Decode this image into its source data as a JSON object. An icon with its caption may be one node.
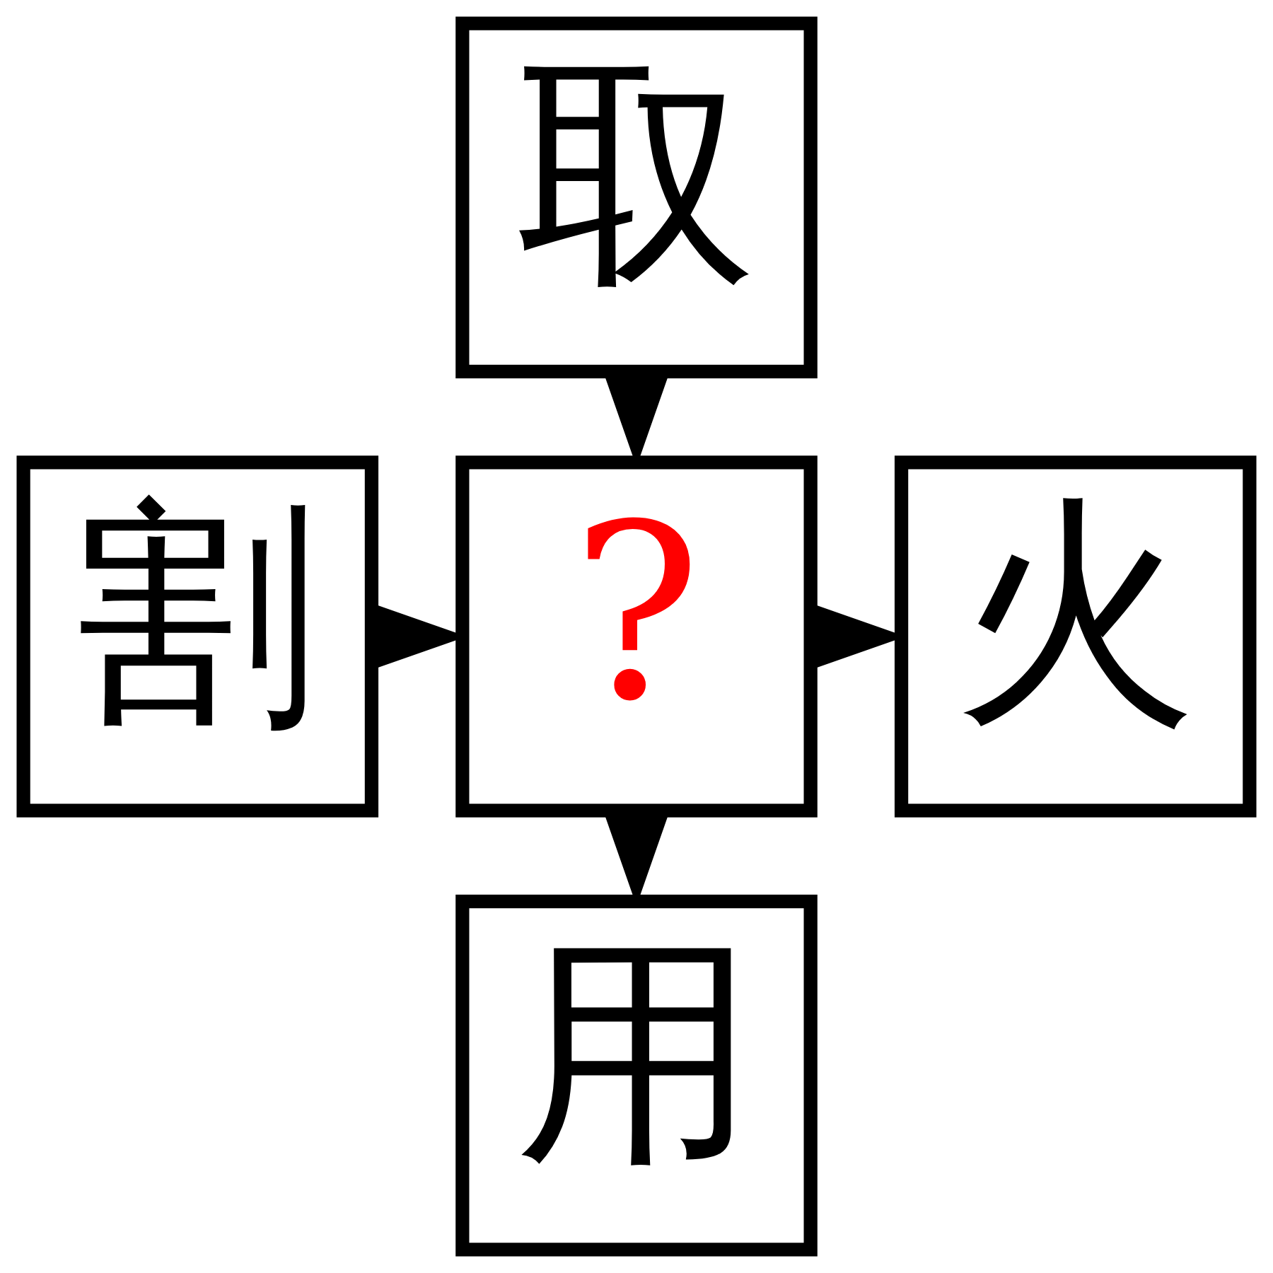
{
  "diagram": {
    "nodes": [
      {
        "text": [
          "取"
        ]
      },
      {
        "text": [
          "割"
        ]
      },
      {
        "text": [
          "?"
        ]
      },
      {
        "text": [
          "火"
        ]
      },
      {
        "text": [
          "用"
        ]
      }
    ],
    "edges": [
      {
        "from": 0,
        "to": 2,
        "arrow": "to"
      },
      {
        "from": 1,
        "to": 2,
        "arrow": "to"
      },
      {
        "from": 2,
        "to": 3,
        "arrow": "to"
      },
      {
        "from": 2,
        "to": 4,
        "arrow": "to"
      }
    ]
  }
}
